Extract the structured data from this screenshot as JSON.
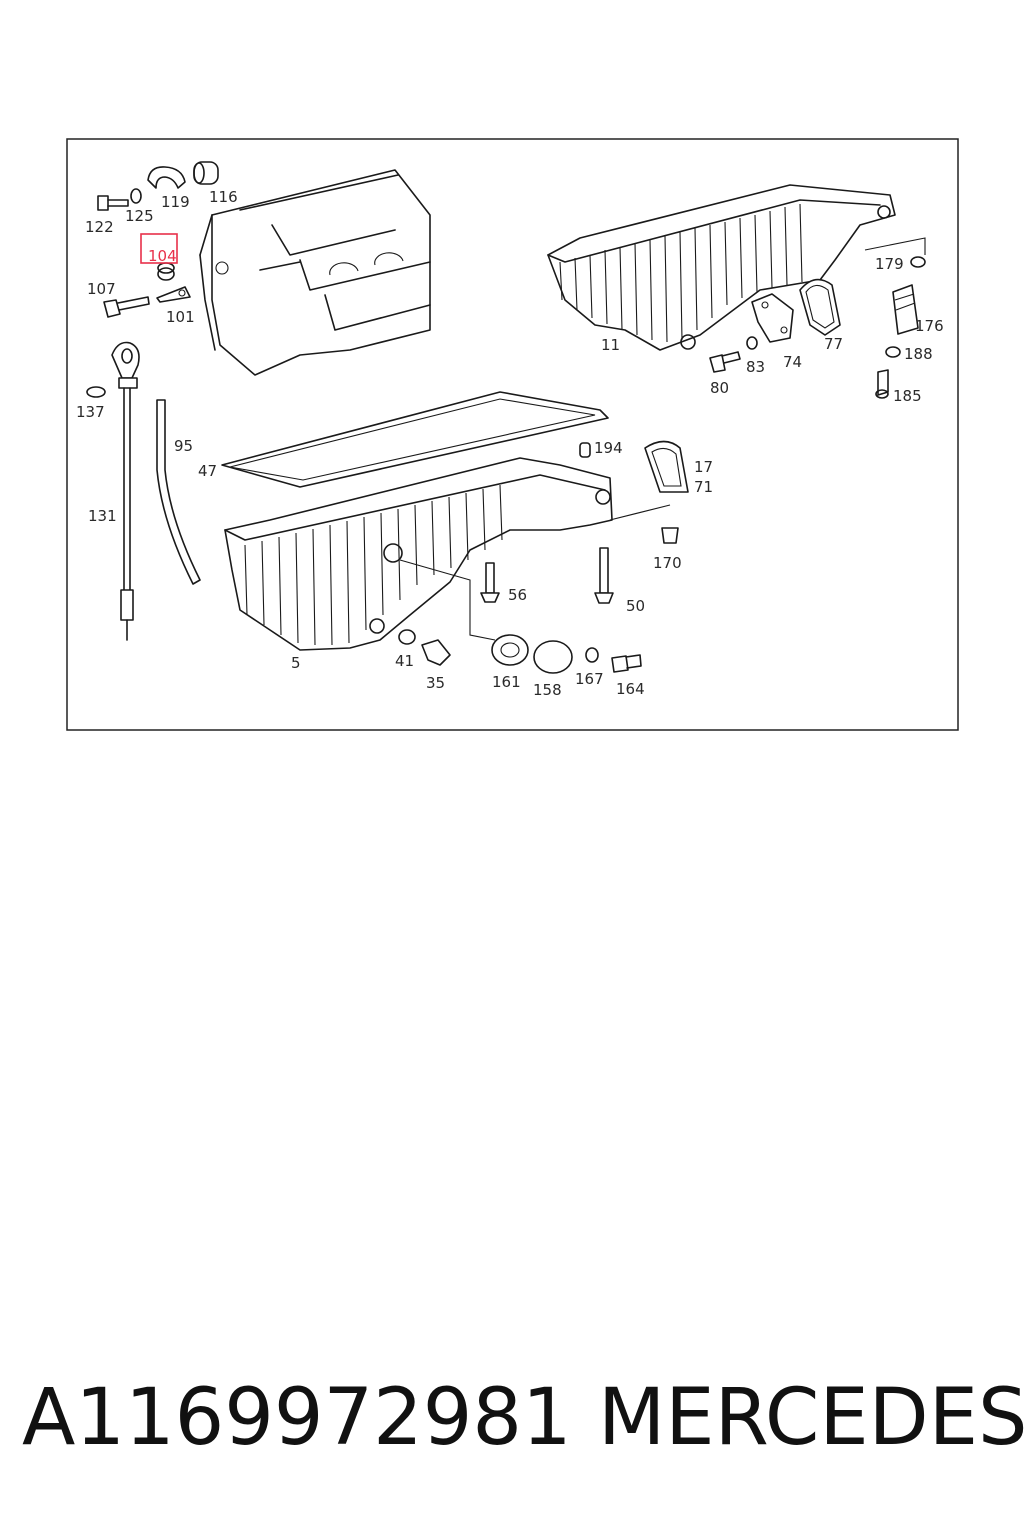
{
  "diagram": {
    "highlight_color": "#e8304a",
    "highlighted_label": "104",
    "labels": [
      "116",
      "119",
      "125",
      "122",
      "104",
      "107",
      "101",
      "137",
      "131",
      "95",
      "47",
      "5",
      "41",
      "35",
      "161",
      "158",
      "167",
      "164",
      "56",
      "50",
      "194",
      "17",
      "71",
      "170",
      "11",
      "80",
      "83",
      "74",
      "77",
      "179",
      "176",
      "188",
      "185"
    ]
  },
  "footer": {
    "part_number": "A1169972981",
    "brand": "MERCEDES"
  }
}
